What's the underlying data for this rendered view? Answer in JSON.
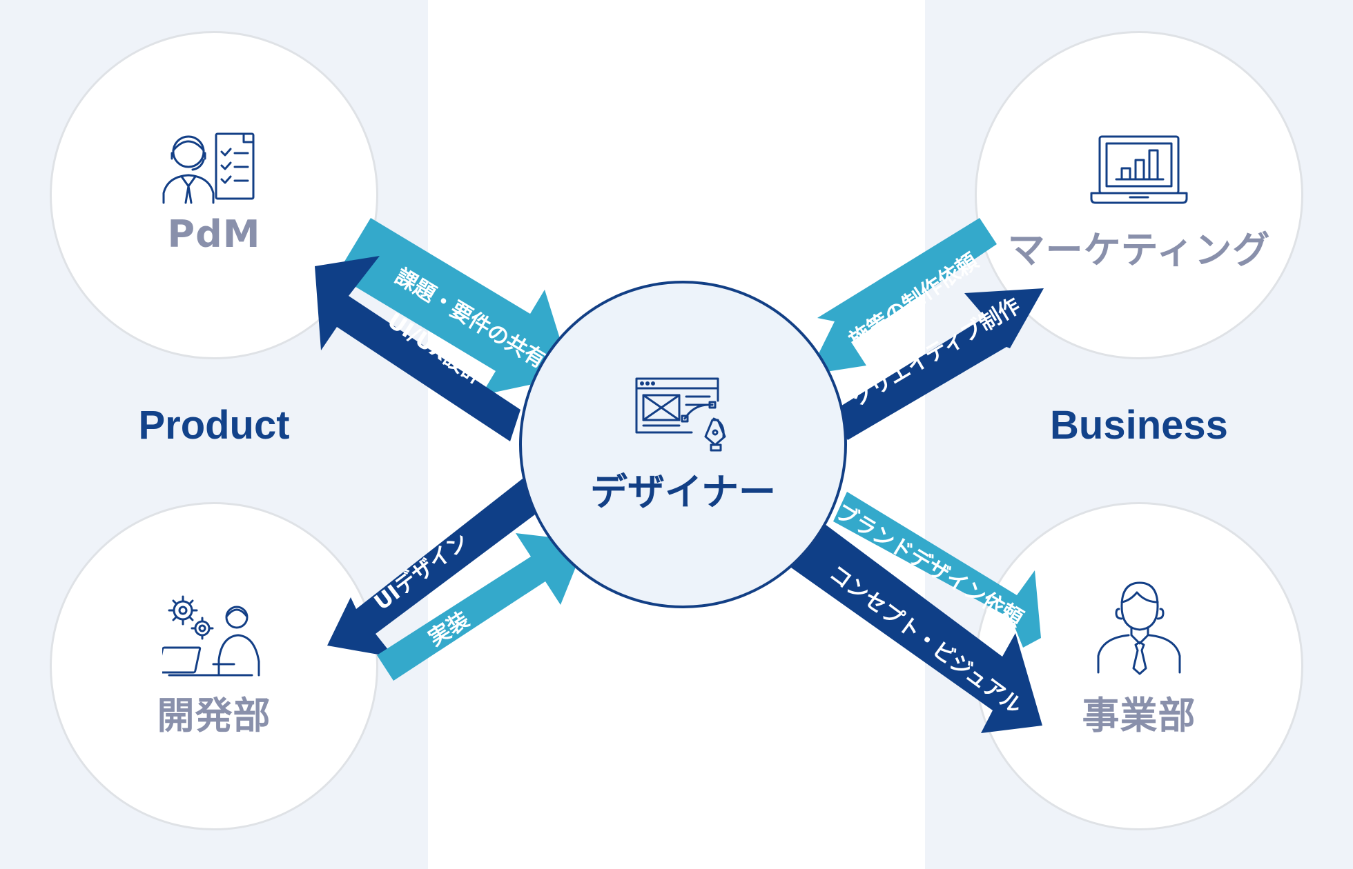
{
  "center": {
    "label": "デザイナー",
    "icon": "web-design-pen-icon"
  },
  "groups": {
    "left": "Product",
    "right": "Business"
  },
  "nodes": {
    "pdm": {
      "label": "PdM",
      "icon": "manager-checklist-icon"
    },
    "dev": {
      "label": "開発部",
      "icon": "developer-gears-icon"
    },
    "marketing": {
      "label": "マーケティング",
      "icon": "laptop-chart-icon"
    },
    "business": {
      "label": "事業部",
      "icon": "businessman-icon"
    }
  },
  "arrows": {
    "pdm_in": "課題・要件の共有",
    "pdm_out": "UI/UX設計",
    "dev_out": "UIデザイン",
    "dev_in": "実装",
    "marketing_in": "施策の制作依頼",
    "marketing_out": "クリエイティブ制作",
    "business_in": "ブランドデザイン依頼",
    "business_out": "コンセプト・ビジュアル"
  },
  "colors": {
    "dark_navy": "#0f3f87",
    "light_blue": "#34a9cb",
    "band": "#eff3f9",
    "node_label": "#8990ab"
  }
}
